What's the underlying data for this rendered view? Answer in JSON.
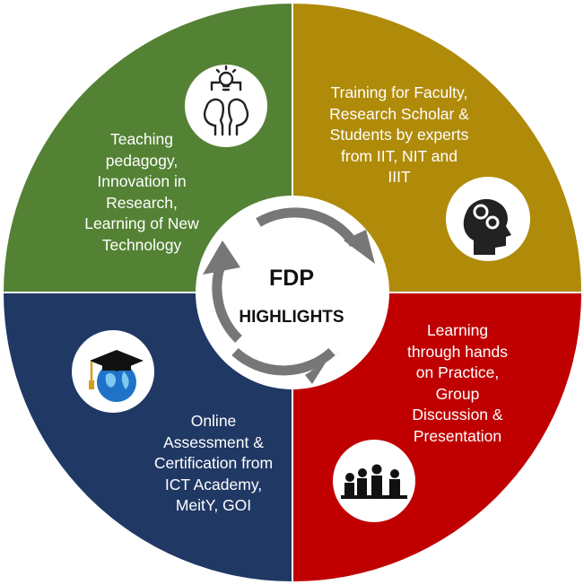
{
  "center": {
    "title": "FDP",
    "subtitle": "HIGHLIGHTS"
  },
  "quadrants": {
    "green": {
      "color": "#548235",
      "icon": "idea-heads-icon",
      "lines": [
        "Teaching",
        "pedagogy,",
        "Innovation in",
        "Research,",
        "Learning of New",
        "Technology"
      ]
    },
    "gold": {
      "color": "#b08b0a",
      "icon": "brain-gears-head-icon",
      "lines": [
        "Training for Faculty,",
        "Research Scholar &",
        "Students by experts",
        "from IIT, NIT and",
        "IIIT"
      ]
    },
    "red": {
      "color": "#c00000",
      "icon": "group-meeting-icon",
      "lines": [
        "Learning",
        "through hands",
        "on Practice,",
        "Group",
        "Discussion &",
        "Presentation"
      ]
    },
    "blue": {
      "color": "#203864",
      "icon": "graduation-globe-icon",
      "lines": [
        "Online",
        "Assessment &",
        "Certification from",
        "ICT Academy,",
        "MeitY, GOI"
      ]
    }
  },
  "arrow_color": "#777777"
}
